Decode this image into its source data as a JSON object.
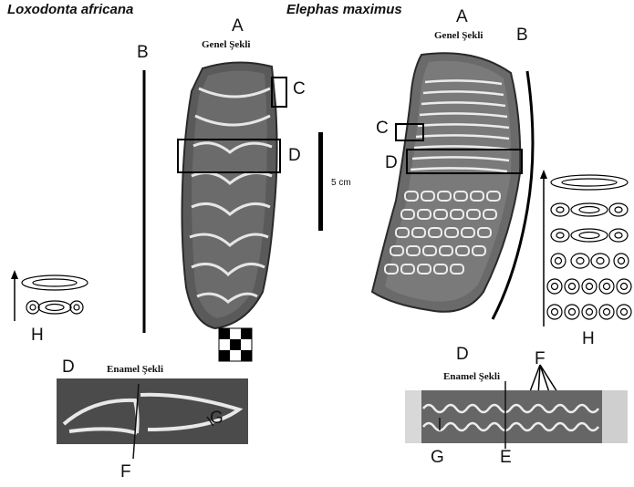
{
  "left": {
    "species": "Loxodonta africana",
    "label_a": "A",
    "label_b": "B",
    "label_c": "C",
    "label_d": "D",
    "label_h": "H",
    "shape_caption": "Genel Şekli",
    "detail_label_d": "D",
    "detail_caption": "Enamel Şekli",
    "detail_label_g": "G",
    "detail_label_f": "F"
  },
  "scale": {
    "text": "5 cm"
  },
  "right": {
    "species": "Elephas maximus",
    "label_a": "A",
    "label_b": "B",
    "label_c": "C",
    "label_d": "D",
    "label_h": "H",
    "shape_caption": "Genel Şekli",
    "detail_label_d": "D",
    "detail_caption": "Enamel Şekli",
    "detail_label_f": "F",
    "detail_label_g": "G",
    "detail_label_e": "E"
  }
}
